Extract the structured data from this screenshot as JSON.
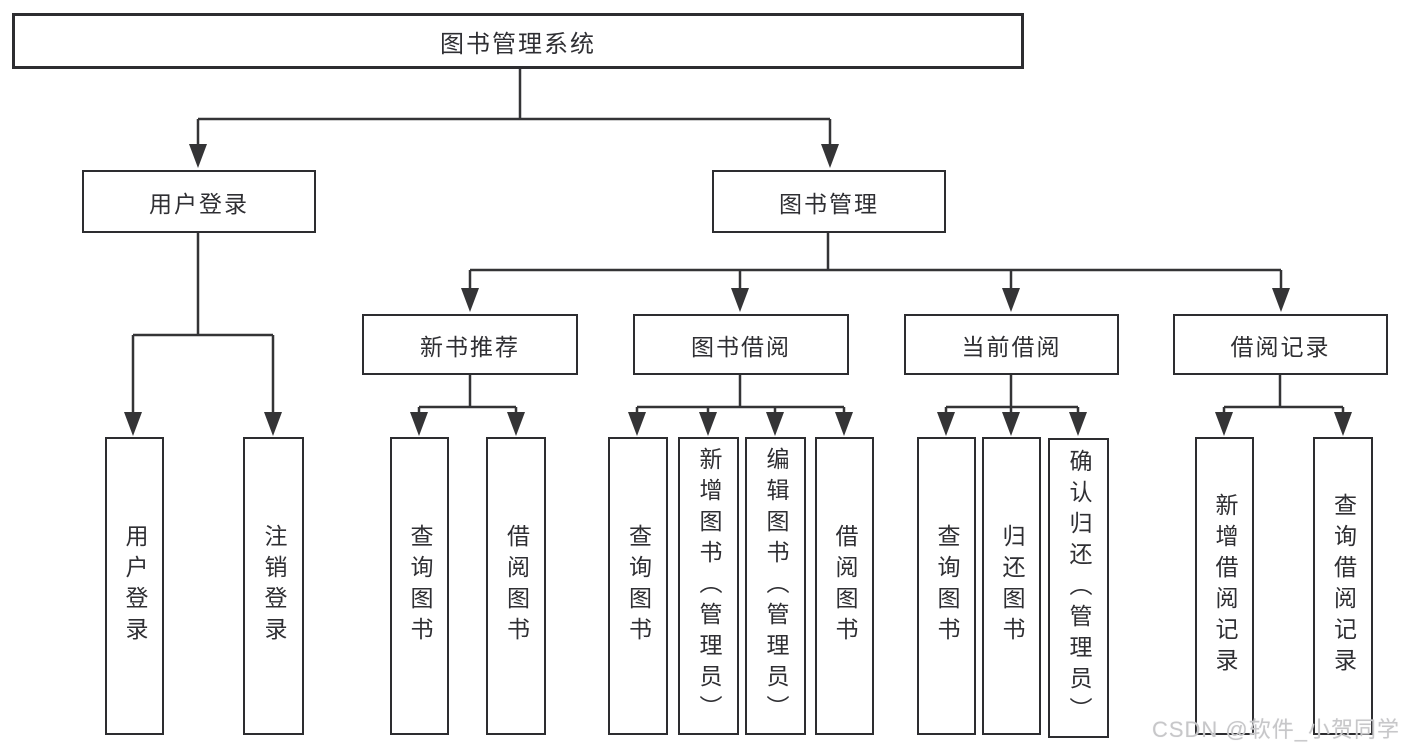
{
  "colors": {
    "background": "#ffffff",
    "line": "#343436",
    "box_border": "#2d2d30",
    "text": "#2f2f33",
    "watermark": "#c7c7c9"
  },
  "tree": {
    "root": {
      "label": "图书管理系统"
    },
    "user_login": {
      "label": "用户登录",
      "children": {
        "login": {
          "label": "用户登录"
        },
        "logout": {
          "label": "注销登录"
        }
      }
    },
    "book_mgmt": {
      "label": "图书管理",
      "new_book_rec": {
        "label": "新书推荐",
        "children": {
          "query": {
            "label": "查询图书"
          },
          "borrow": {
            "label": "借阅图书"
          }
        }
      },
      "book_borrow": {
        "label": "图书借阅",
        "children": {
          "query": {
            "label": "查询图书"
          },
          "add": {
            "label": "新增图书（管理员）"
          },
          "edit": {
            "label": "编辑图书（管理员）"
          },
          "borrow": {
            "label": "借阅图书"
          }
        }
      },
      "current_borrow": {
        "label": "当前借阅",
        "children": {
          "query": {
            "label": "查询图书"
          },
          "return": {
            "label": "归还图书"
          },
          "confirm": {
            "label": "确认归还（管理员）"
          }
        }
      },
      "borrow_records": {
        "label": "借阅记录",
        "children": {
          "add": {
            "label": "新增借阅记录"
          },
          "query": {
            "label": "查询借阅记录"
          }
        }
      }
    }
  },
  "watermark": {
    "label": "CSDN @软件_小贺同学"
  }
}
